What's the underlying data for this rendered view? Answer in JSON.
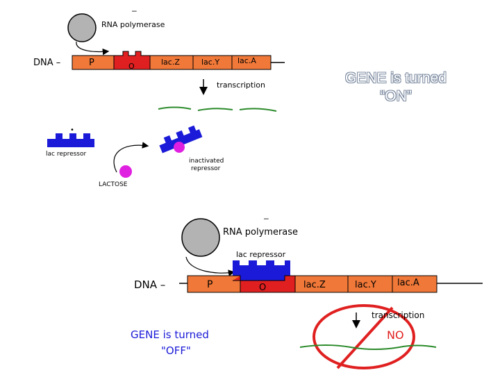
{
  "status_on": {
    "line1": "GENE is turned",
    "line2": "“ON”"
  },
  "top": {
    "dash": "–",
    "rna_polymerase": "RNA polymerase",
    "dna": "DNA –",
    "promoter": "P",
    "operator": "O",
    "genes": [
      "lac.Z",
      "lac.Y",
      "lac.A"
    ],
    "transcription": "transcription",
    "repressor_dot": "•",
    "lac_repressor": "lac repressor",
    "inactivated_line1": "inactivated",
    "inactivated_line2": "repressor",
    "lactose": "LACTOSE"
  },
  "bottom": {
    "dash": "–",
    "rna_polymerase": "RNA polymerase",
    "lac_repressor": "lac repressor",
    "dna": "DNA –",
    "promoter": "P",
    "operator": "O",
    "genes": [
      "lac.Z",
      "lac.Y",
      "lac.A"
    ],
    "transcription": "transcription",
    "no": "NO",
    "status_off_line1": "GENE is turned",
    "status_off_line2": "\"OFF\""
  },
  "colors": {
    "polymerase": "#b3b3b3",
    "promoter": "#f07838",
    "operator": "#e02020",
    "genes": "#f07838",
    "repressor": "#1a1ad8",
    "lactose": "#e020e0",
    "mrna": "#2a8a2a",
    "no_sign": "#e02020",
    "off_text": "#1a1ad8"
  }
}
